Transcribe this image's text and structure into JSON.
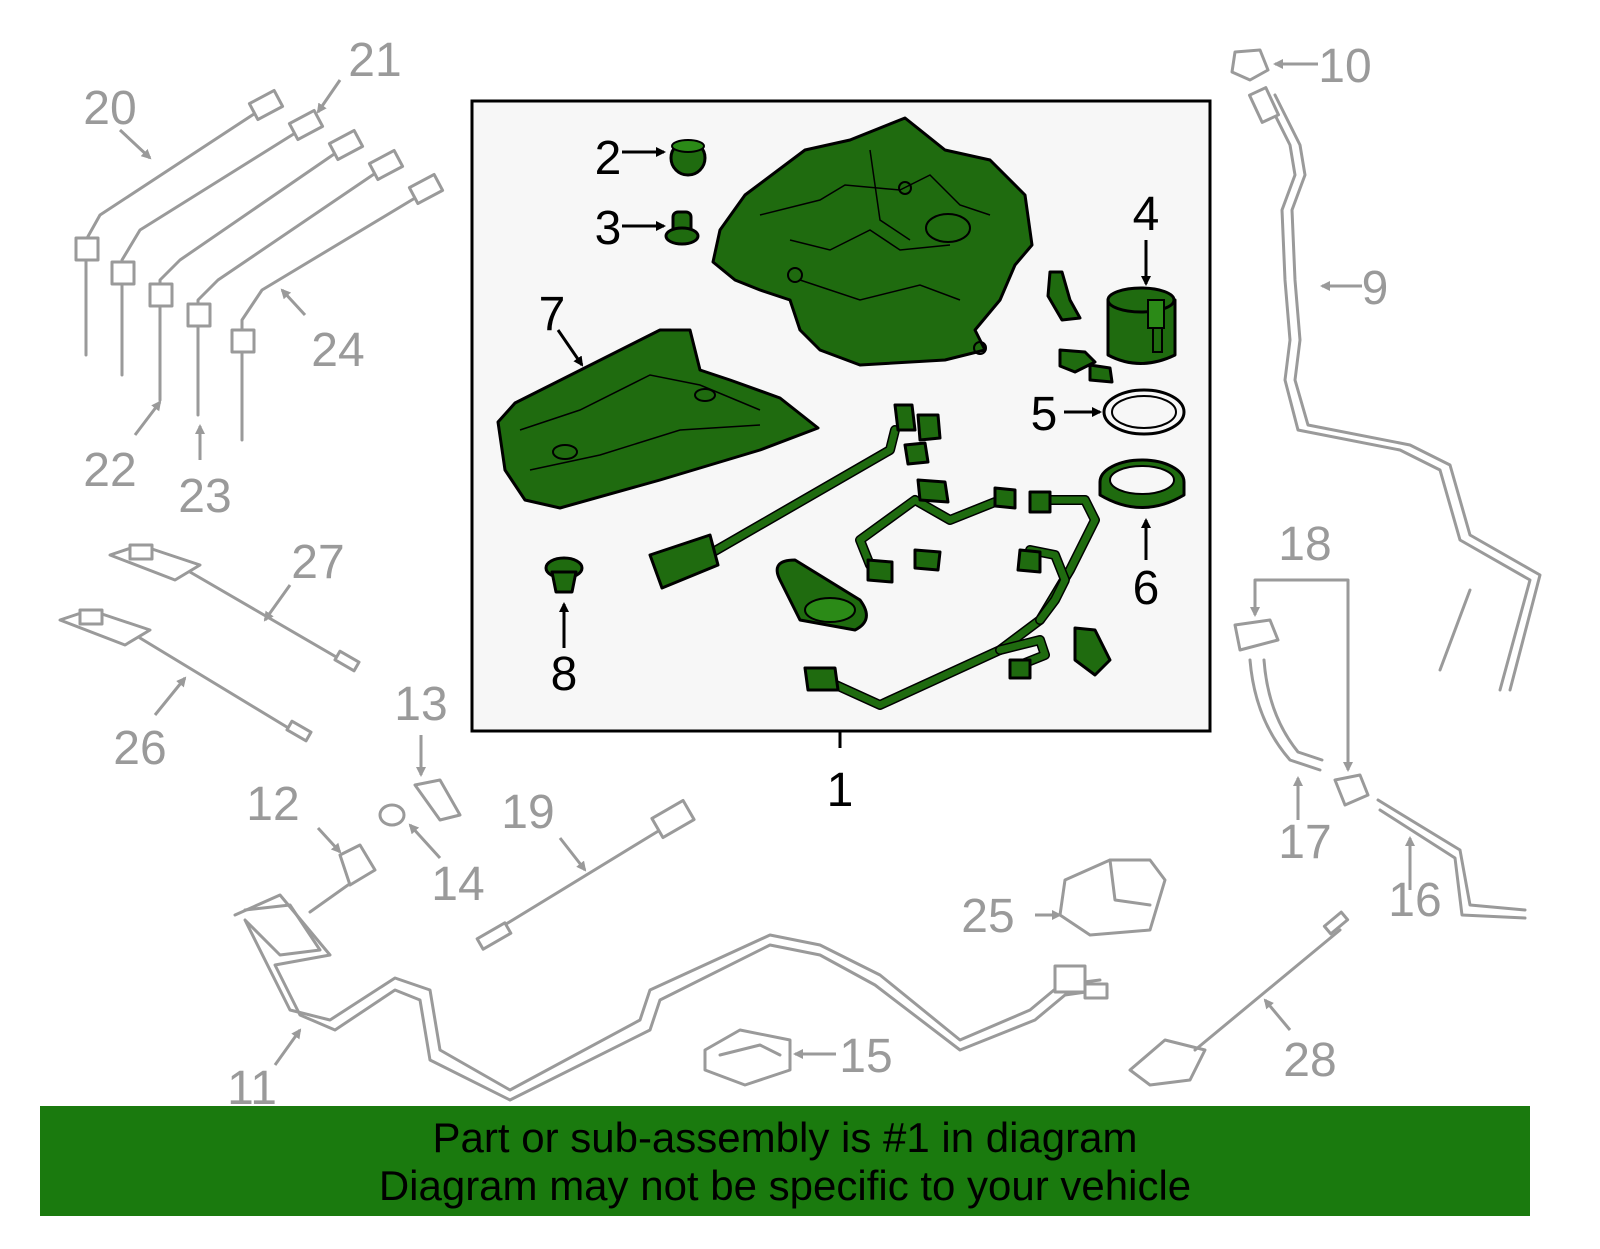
{
  "callouts": {
    "c1": "1",
    "c2": "2",
    "c3": "3",
    "c4": "4",
    "c5": "5",
    "c6": "6",
    "c7": "7",
    "c8": "8",
    "c9": "9",
    "c10": "10",
    "c11": "11",
    "c12": "12",
    "c13": "13",
    "c14": "14",
    "c15": "15",
    "c16": "16",
    "c17": "17",
    "c18": "18",
    "c19": "19",
    "c20": "20",
    "c21": "21",
    "c22": "22",
    "c23": "23",
    "c24": "24",
    "c25": "25",
    "c26": "26",
    "c27": "27",
    "c28": "28"
  },
  "highlight_part": "1",
  "colors": {
    "highlight_fill": "#1f6b0f",
    "banner_bg": "#1a7a0e",
    "other_parts": "#9a9a9a",
    "box_bg": "#f7f7f7"
  },
  "banner": {
    "line1": "Part or sub-assembly is #1 in diagram",
    "line2": "Diagram may not be specific to your vehicle"
  }
}
